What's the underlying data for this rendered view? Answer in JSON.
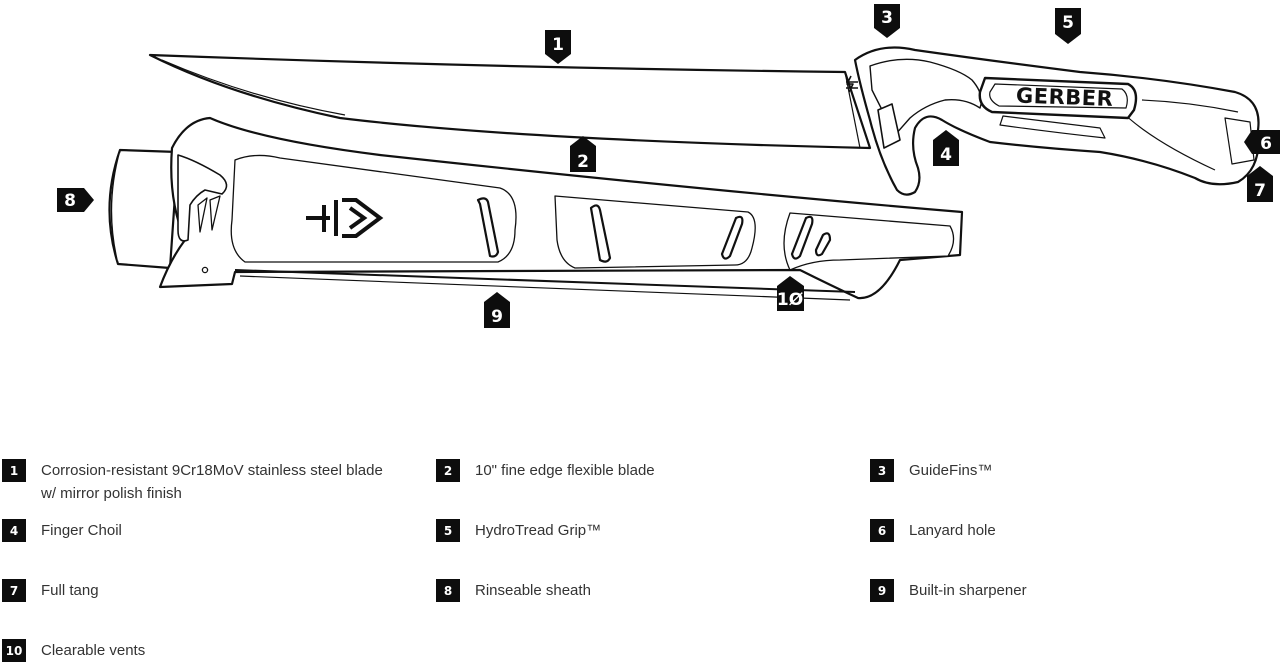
{
  "diagram": {
    "brand": "GERBER",
    "callouts": [
      "1",
      "2",
      "3",
      "4",
      "5",
      "6",
      "7",
      "8",
      "9",
      "1Ø"
    ]
  },
  "features": [
    {
      "num": "1",
      "text": "Corrosion-resistant 9Cr18MoV stainless steel blade w/ mirror polish finish"
    },
    {
      "num": "2",
      "text": "10\" fine edge flexible blade"
    },
    {
      "num": "3",
      "text": "GuideFins™"
    },
    {
      "num": "4",
      "text": "Finger Choil"
    },
    {
      "num": "5",
      "text": "HydroTread Grip™"
    },
    {
      "num": "6",
      "text": "Lanyard hole"
    },
    {
      "num": "7",
      "text": "Full tang"
    },
    {
      "num": "8",
      "text": "Rinseable sheath"
    },
    {
      "num": "9",
      "text": "Built-in sharpener"
    },
    {
      "num": "10",
      "text": "Clearable vents"
    }
  ]
}
